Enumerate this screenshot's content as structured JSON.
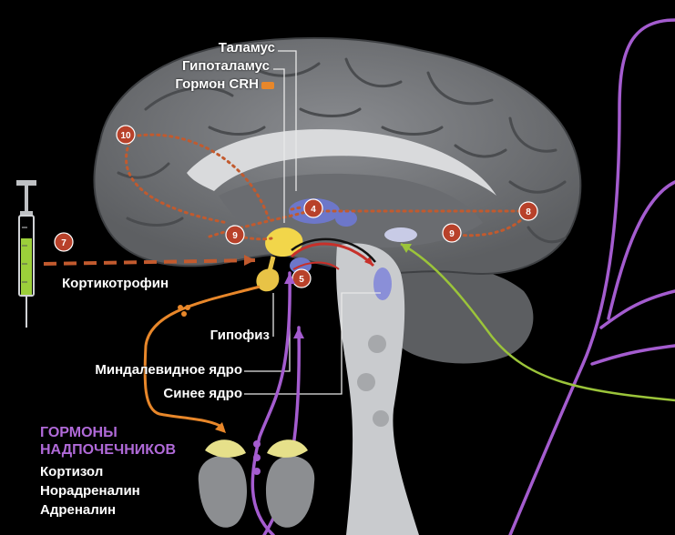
{
  "labels": {
    "thalamus": "Таламус",
    "hypothalamus": "Гипоталамус",
    "crh": "Гормон CRH",
    "corticotropin": "Кортикотрофин",
    "pituitary": "Гипофиз",
    "amygdala": "Миндалевидное ядро",
    "locus": "Синее ядро"
  },
  "hormones": {
    "title_line1": "ГОРМОНЫ",
    "title_line2": "НАДПОЧЕЧНИКОВ",
    "items": [
      "Кортизол",
      "Норадреналин",
      "Адреналин"
    ]
  },
  "markers": {
    "m4": "4",
    "m5": "5",
    "m7": "7",
    "m8": "8",
    "m9a": "9",
    "m9b": "9",
    "m10": "10"
  },
  "colors": {
    "background": "#000000",
    "brain": "#77797d",
    "brain_dark": "#4f5154",
    "brainstem": "#c7c9cc",
    "pathway_dotted": "#c25a2e",
    "marker": "#b8412a",
    "nerve_purple": "#a45ccf",
    "nerve_green": "#9bc43a",
    "crh_orange": "#e8872a",
    "hypothalamus_yellow": "#f2d64a",
    "adrenal_yellow": "#e6e08a",
    "kidney_gray": "#8c8e91",
    "syringe_liquid": "#9ccf3a"
  }
}
